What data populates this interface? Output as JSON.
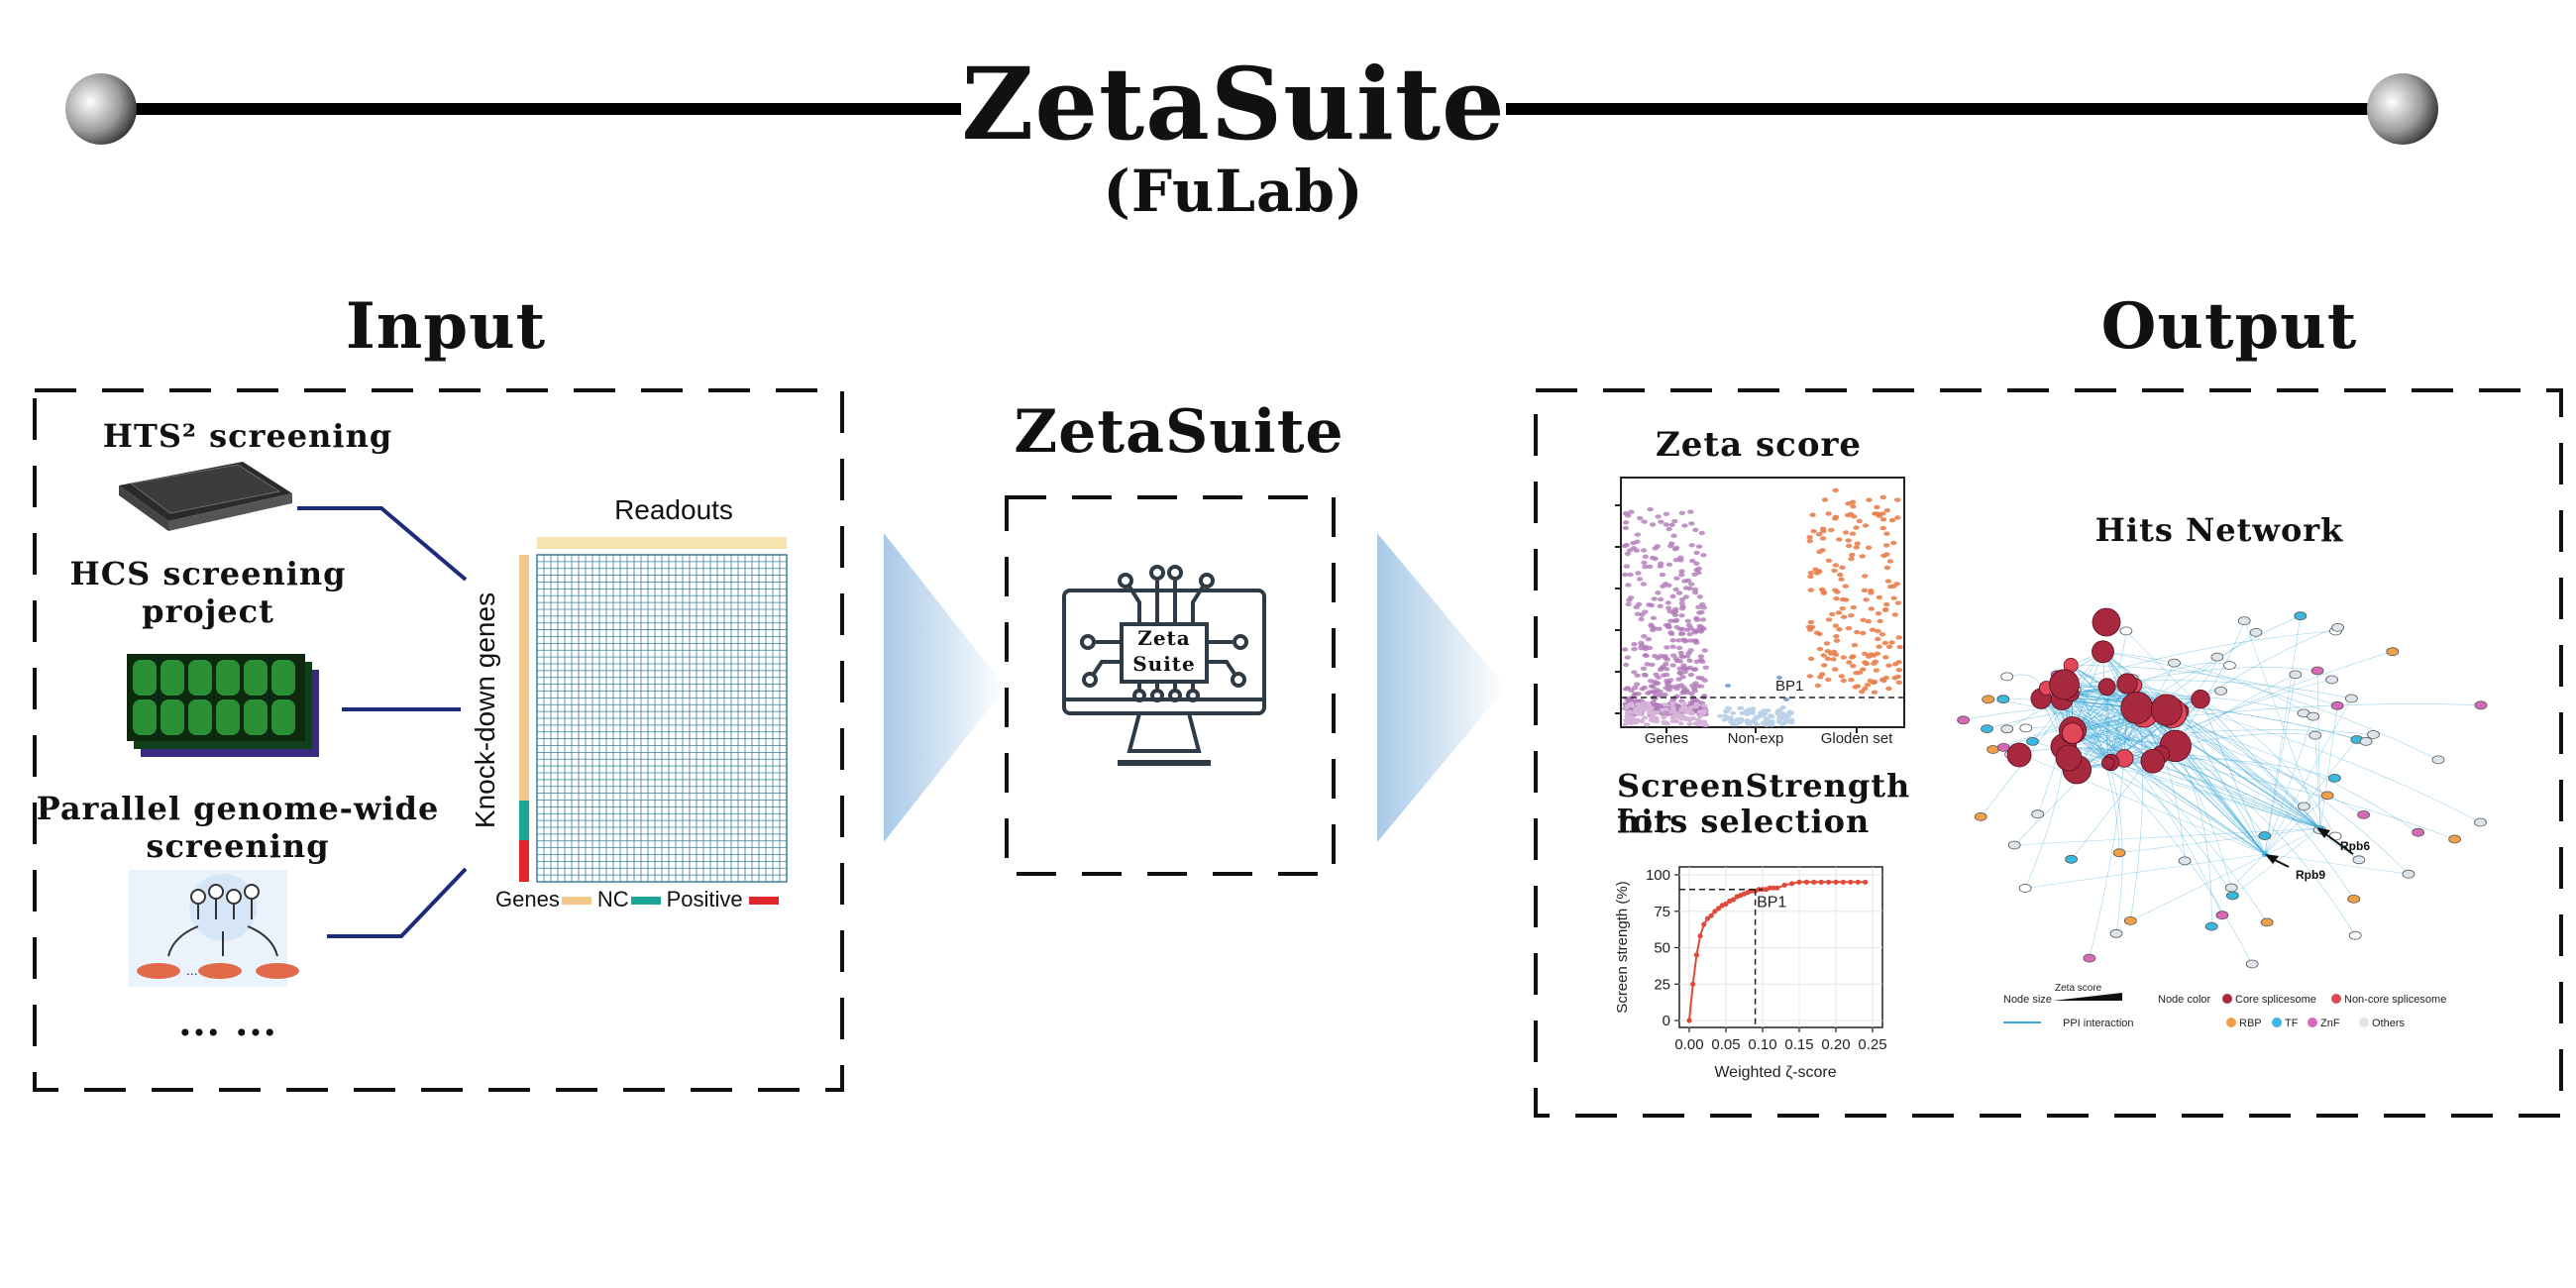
{
  "header": {
    "title": "ZetaSuite",
    "subtitle": "(FuLab)"
  },
  "input": {
    "heading": "Input",
    "sources": [
      {
        "label": "HTS² screening"
      },
      {
        "label": "HCS screening project"
      },
      {
        "label": "Parallel genome-wide screening"
      }
    ],
    "ellipsis": "... ...",
    "matrix": {
      "top_label": "Readouts",
      "side_label": "Knock-down genes",
      "legend": [
        "Genes",
        "NC",
        "Positive"
      ]
    }
  },
  "center": {
    "heading": "ZetaSuite",
    "icon_text_1": "Zeta",
    "icon_text_2": "Suite"
  },
  "output": {
    "heading": "Output",
    "zeta_title": "Zeta score",
    "zeta_xticks": [
      "Genes",
      "Non-exp",
      "Gloden set"
    ],
    "zeta_annot": "BP1",
    "ss_title_1": "ScreenStrength for",
    "ss_title_2": "hits selection",
    "network_title": "Hits Network",
    "network_labels": {
      "rpb6": "Rpb6",
      "rpb9": "Rpb9"
    },
    "network_legend": {
      "node_size": "Node size",
      "zeta_score": "Zeta score",
      "node_color": "Node color",
      "ppi": "PPI interaction",
      "items": [
        "Core splicesome",
        "Non-core splicesome",
        "RBP",
        "TF",
        "ZnF",
        "Others"
      ]
    }
  },
  "colors": {
    "genes": "#f2c98b",
    "nc": "#1aa695",
    "positive": "#e0252b",
    "grid": "#3b7f9a",
    "arrow": "#b8d4ea",
    "purple": "#b07ab8",
    "orange": "#e8804e",
    "lightblue": "#bcd2e8",
    "network_edge": "#3aa7d8",
    "core": "#a8283e"
  },
  "chart_data": [
    {
      "type": "scatter",
      "title": "Zeta score",
      "categories": [
        "Genes",
        "Non-exp",
        "Gloden set"
      ],
      "annotations": [
        "BP1"
      ],
      "series": []
    },
    {
      "type": "line",
      "xlabel": "Weighted ζ-score",
      "ylabel": "Screen strength (%)",
      "xticks": [
        "0.00",
        "0.05",
        "0.10",
        "0.15",
        "0.20",
        "0.25"
      ],
      "yticks": [
        "0",
        "25",
        "50",
        "75",
        "100"
      ],
      "xlim": [
        0,
        0.25
      ],
      "ylim": [
        0,
        100
      ],
      "annotations": [
        "BP1"
      ],
      "series": [
        {
          "x": [
            0.0,
            0.005,
            0.01,
            0.015,
            0.02,
            0.025,
            0.03,
            0.035,
            0.04,
            0.045,
            0.05,
            0.055,
            0.06,
            0.065,
            0.07,
            0.075,
            0.08,
            0.085,
            0.09,
            0.095,
            0.1,
            0.105,
            0.11,
            0.115,
            0.12,
            0.13,
            0.14,
            0.15,
            0.16,
            0.17,
            0.18,
            0.19,
            0.2,
            0.21,
            0.22,
            0.23,
            0.24
          ],
          "y": [
            0,
            25,
            45,
            58,
            66,
            70,
            72,
            75,
            77,
            79,
            80,
            82,
            83,
            85,
            86,
            87,
            88,
            89,
            89,
            90,
            90,
            90,
            91,
            91,
            91,
            93,
            94,
            95,
            95,
            95,
            95,
            95,
            95,
            95,
            95,
            95,
            95
          ]
        }
      ]
    }
  ]
}
